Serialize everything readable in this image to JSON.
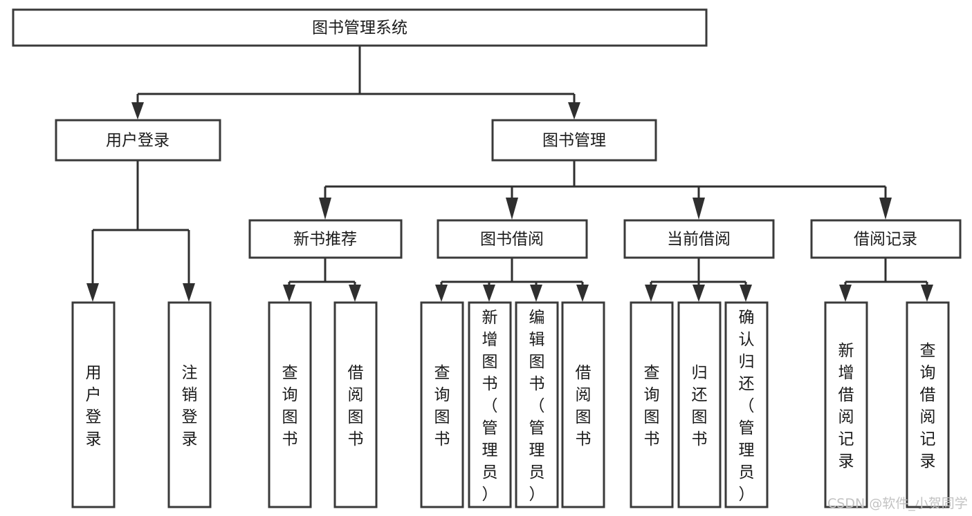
{
  "diagram": {
    "type": "tree-hierarchy-chart",
    "title": "图书管理系统",
    "watermark": "CSDN @软件_小贺同学",
    "colors": {
      "box_stroke": "#3a3a3a",
      "box_fill": "#ffffff",
      "line": "#2f2f2f",
      "text": "#1a1a1a",
      "watermark": "#c2c2c2",
      "background": "#ffffff"
    },
    "levels": {
      "level1": [
        {
          "id": "root",
          "label": "图书管理系统",
          "orient": "horizontal"
        }
      ],
      "level2": [
        {
          "id": "user-login",
          "label": "用户登录",
          "orient": "horizontal"
        },
        {
          "id": "book-manage",
          "label": "图书管理",
          "orient": "horizontal"
        }
      ],
      "level3": [
        {
          "id": "new-book-rec",
          "label": "新书推荐",
          "orient": "horizontal"
        },
        {
          "id": "book-borrow",
          "label": "图书借阅",
          "orient": "horizontal"
        },
        {
          "id": "current-borrow",
          "label": "当前借阅",
          "orient": "horizontal"
        },
        {
          "id": "borrow-record",
          "label": "借阅记录",
          "orient": "horizontal"
        }
      ],
      "level4": [
        {
          "id": "leaf-user-login",
          "label": "用户登录",
          "orient": "vertical",
          "parent": "user-login"
        },
        {
          "id": "leaf-logout",
          "label": "注销登录",
          "orient": "vertical",
          "parent": "user-login"
        },
        {
          "id": "leaf-query-book-1",
          "label": "查询图书",
          "orient": "vertical",
          "parent": "new-book-rec"
        },
        {
          "id": "leaf-borrow-book-1",
          "label": "借阅图书",
          "orient": "vertical",
          "parent": "new-book-rec"
        },
        {
          "id": "leaf-query-book-2",
          "label": "查询图书",
          "orient": "vertical",
          "parent": "book-borrow"
        },
        {
          "id": "leaf-add-book",
          "label": "新增图书（管理员）",
          "orient": "vertical",
          "parent": "book-borrow"
        },
        {
          "id": "leaf-edit-book",
          "label": "编辑图书（管理员）",
          "orient": "vertical",
          "parent": "book-borrow"
        },
        {
          "id": "leaf-borrow-book-2",
          "label": "借阅图书",
          "orient": "vertical",
          "parent": "book-borrow"
        },
        {
          "id": "leaf-query-book-3",
          "label": "查询图书",
          "orient": "vertical",
          "parent": "current-borrow"
        },
        {
          "id": "leaf-return-book",
          "label": "归还图书",
          "orient": "vertical",
          "parent": "current-borrow"
        },
        {
          "id": "leaf-confirm-return",
          "label": "确认归还（管理员）",
          "orient": "vertical",
          "parent": "current-borrow"
        },
        {
          "id": "leaf-add-record",
          "label": "新增借阅记录",
          "orient": "vertical",
          "parent": "borrow-record"
        },
        {
          "id": "leaf-query-record",
          "label": "查询借阅记录",
          "orient": "vertical",
          "parent": "borrow-record"
        }
      ]
    }
  }
}
